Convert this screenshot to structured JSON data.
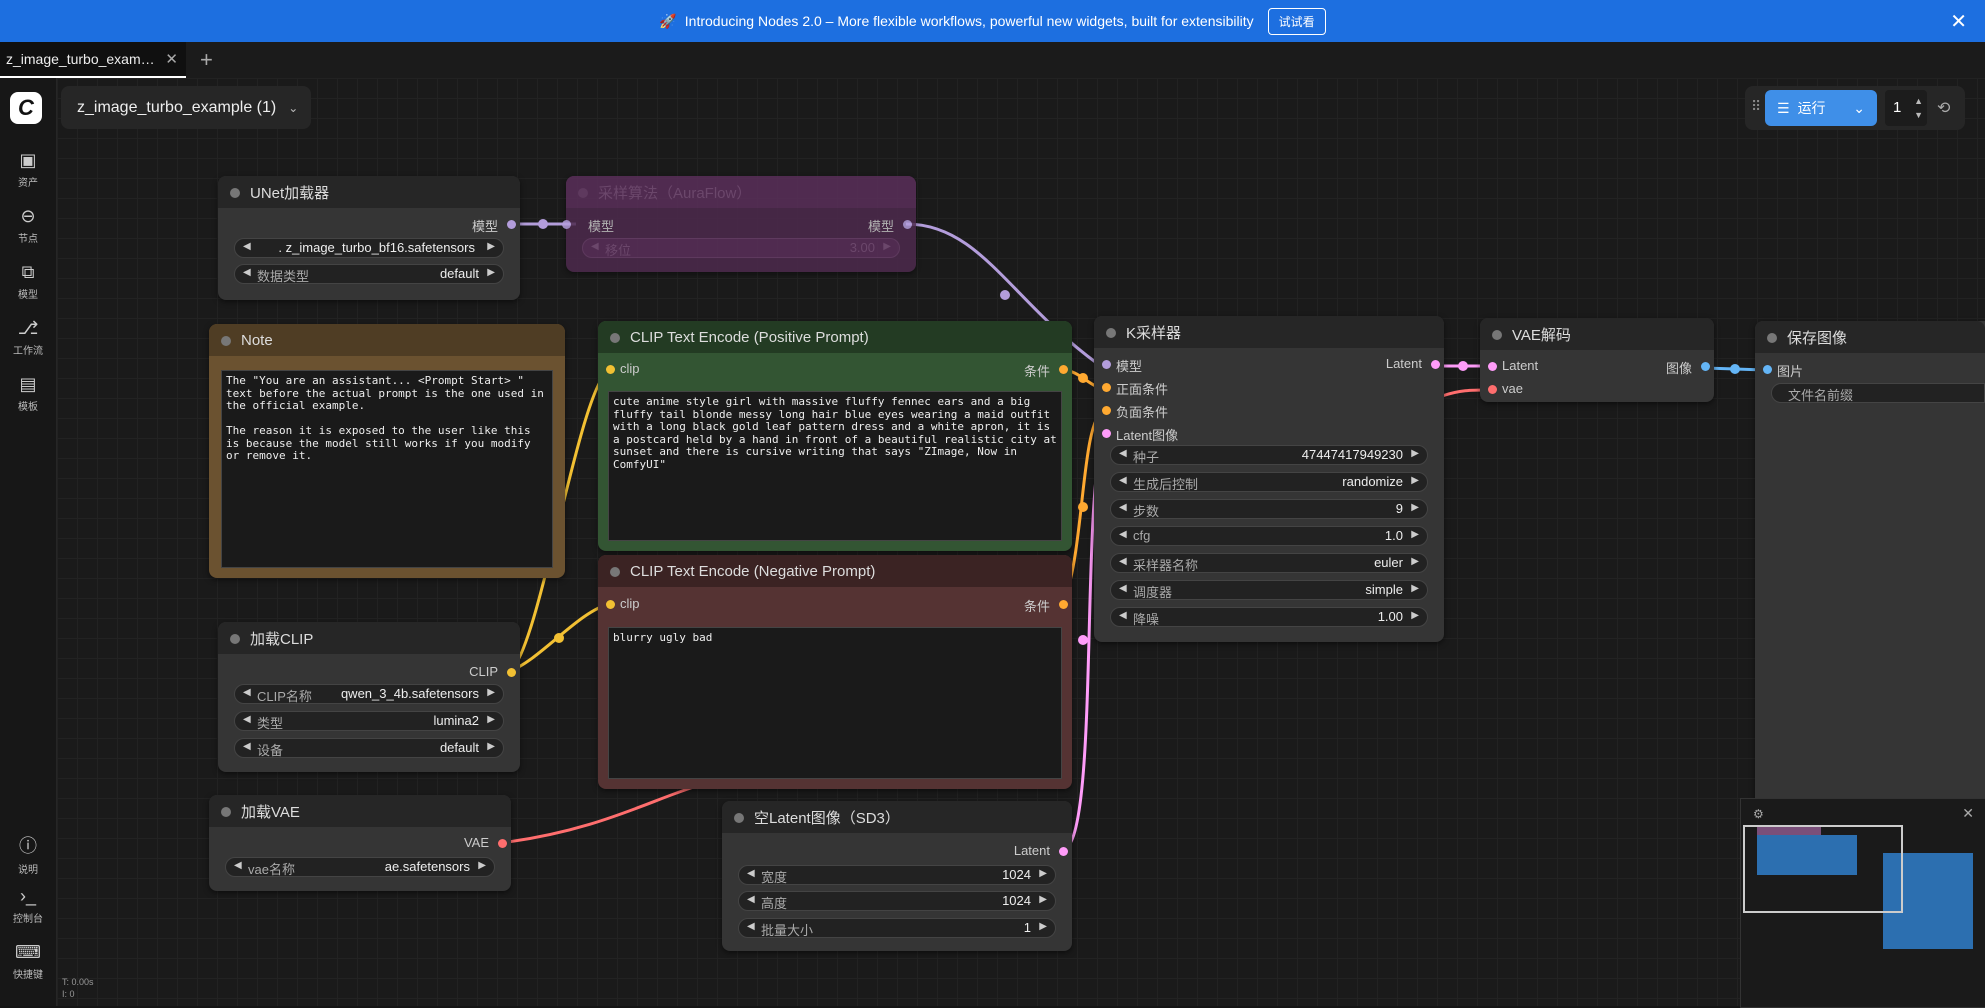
{
  "banner": {
    "text": "Introducing Nodes 2.0 – More flexible workflows, powerful new widgets, built for extensibility",
    "try_label": "试试看"
  },
  "tab": {
    "title": "z_image_turbo_exam…"
  },
  "workflow_title": "z_image_turbo_example (1)",
  "sidebar": [
    {
      "label": "资产"
    },
    {
      "label": "节点"
    },
    {
      "label": "模型"
    },
    {
      "label": "工作流"
    },
    {
      "label": "模板"
    },
    {
      "label": "说明"
    },
    {
      "label": "控制台"
    },
    {
      "label": "快捷键"
    }
  ],
  "run": {
    "label": "运行",
    "count": "1"
  },
  "nodes": {
    "unet": {
      "title": "UNet加载器",
      "out": "模型",
      "w_model": ". z_image_turbo_bf16.safetensors",
      "w_dtype_label": "数据类型",
      "w_dtype_val": "default"
    },
    "aura": {
      "title": "采样算法（AuraFlow）",
      "in": "模型",
      "out": "模型",
      "w_label": "移位",
      "w_val": "3.00"
    },
    "note": {
      "title": "Note",
      "text": "The \"You are an assistant... <Prompt Start> \" text before the actual prompt is the one used in the official example.\n\nThe reason it is exposed to the user like this is because the model still works if you modify or remove it."
    },
    "pos": {
      "title": "CLIP Text Encode (Positive Prompt)",
      "in": "clip",
      "out": "条件",
      "text": "cute anime style girl with massive fluffy fennec ears and a big fluffy tail blonde messy long hair blue eyes wearing a maid outfit with a long black gold leaf pattern dress and a white apron, it is a postcard held by a hand in front of a beautiful realistic city at sunset and there is cursive writing that says \"ZImage, Now in ComfyUI\""
    },
    "neg": {
      "title": "CLIP Text Encode (Negative Prompt)",
      "in": "clip",
      "out": "条件",
      "text": "blurry ugly bad"
    },
    "clip": {
      "title": "加载CLIP",
      "out": "CLIP",
      "w1_label": "CLIP名称",
      "w1_val": "qwen_3_4b.safetensors",
      "w2_label": "类型",
      "w2_val": "lumina2",
      "w3_label": "设备",
      "w3_val": "default"
    },
    "vae": {
      "title": "加载VAE",
      "out": "VAE",
      "w_label": "vae名称",
      "w_val": "ae.safetensors"
    },
    "latent": {
      "title": "空Latent图像（SD3）",
      "out": "Latent",
      "w1_label": "宽度",
      "w1_val": "1024",
      "w2_label": "高度",
      "w2_val": "1024",
      "w3_label": "批量大小",
      "w3_val": "1"
    },
    "ksampler": {
      "title": "K采样器",
      "in_model": "模型",
      "in_pos": "正面条件",
      "in_neg": "负面条件",
      "in_latent": "Latent图像",
      "out": "Latent",
      "widgets": [
        {
          "label": "种子",
          "val": "47447417949230"
        },
        {
          "label": "生成后控制",
          "val": "randomize"
        },
        {
          "label": "步数",
          "val": "9"
        },
        {
          "label": "cfg",
          "val": "1.0"
        },
        {
          "label": "采样器名称",
          "val": "euler"
        },
        {
          "label": "调度器",
          "val": "simple"
        },
        {
          "label": "降噪",
          "val": "1.00"
        }
      ]
    },
    "vaedec": {
      "title": "VAE解码",
      "in1": "Latent",
      "in2": "vae",
      "out": "图像"
    },
    "save": {
      "title": "保存图像",
      "in": "图片",
      "w_placeholder": "文件名前缀"
    }
  },
  "stats": {
    "t": "T: 0.00s",
    "i": "I: 0"
  },
  "colors": {
    "accent": "#3f8fe8",
    "banner": "#1d6fe0",
    "clip_wire": "#f2c033",
    "vae_wire": "#ff6e6e",
    "model_wire": "#b39ddb",
    "latent_wire": "#ff9cf9",
    "cond_wire": "#ffa931",
    "image_wire": "#64b5f6"
  }
}
